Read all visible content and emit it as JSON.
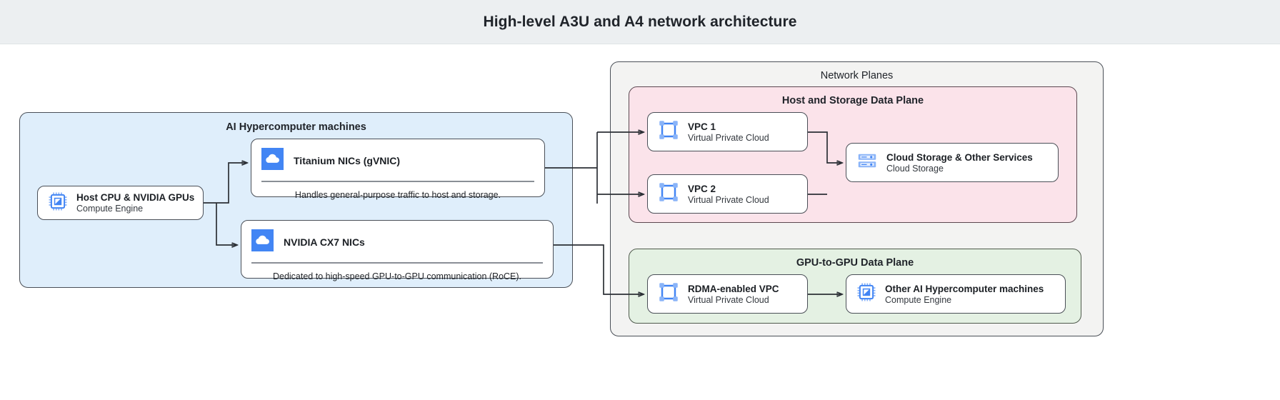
{
  "header": {
    "title": "High-level A3U and A4 network architecture"
  },
  "groups": {
    "ai_machines": {
      "title": "AI Hypercomputer machines",
      "color": "#dfeefb"
    },
    "network_planes": {
      "title": "Network Planes",
      "color": "#f3f3f2"
    },
    "host_storage_plane": {
      "title": "Host and Storage Data Plane",
      "color": "#fbe3ea"
    },
    "gpu_plane": {
      "title": "GPU-to-GPU Data Plane",
      "color": "#e4f1e3"
    }
  },
  "nodes": {
    "host_cpu": {
      "title": "Host CPU & NVIDIA GPUs",
      "subtitle": "Compute Engine",
      "icon": "chip-icon"
    },
    "titanium": {
      "title": "Titanium NICs (gVNIC)",
      "caption": "Handles general-purpose traffic to host and storage.",
      "icon": "cloud-icon"
    },
    "cx7": {
      "title": "NVIDIA CX7 NICs",
      "caption": "Dedicated to high-speed GPU-to-GPU communication (RoCE).",
      "icon": "cloud-icon"
    },
    "vpc1": {
      "title": "VPC 1",
      "subtitle": "Virtual Private Cloud",
      "icon": "vpc-icon"
    },
    "vpc2": {
      "title": "VPC 2",
      "subtitle": "Virtual Private Cloud",
      "icon": "vpc-icon"
    },
    "cloud_storage": {
      "title": "Cloud Storage & Other Services",
      "subtitle": "Cloud Storage",
      "icon": "storage-icon"
    },
    "rdma_vpc": {
      "title": "RDMA-enabled VPC",
      "subtitle": "Virtual Private Cloud",
      "icon": "vpc-icon"
    },
    "other_machines": {
      "title": "Other AI Hypercomputer machines",
      "subtitle": "Compute Engine",
      "icon": "chip-icon"
    }
  },
  "colors": {
    "accent_blue": "#4285f4",
    "icon_blue_light": "#8ab4f8",
    "border": "#4a4f57",
    "header_bg": "#eceff1"
  }
}
